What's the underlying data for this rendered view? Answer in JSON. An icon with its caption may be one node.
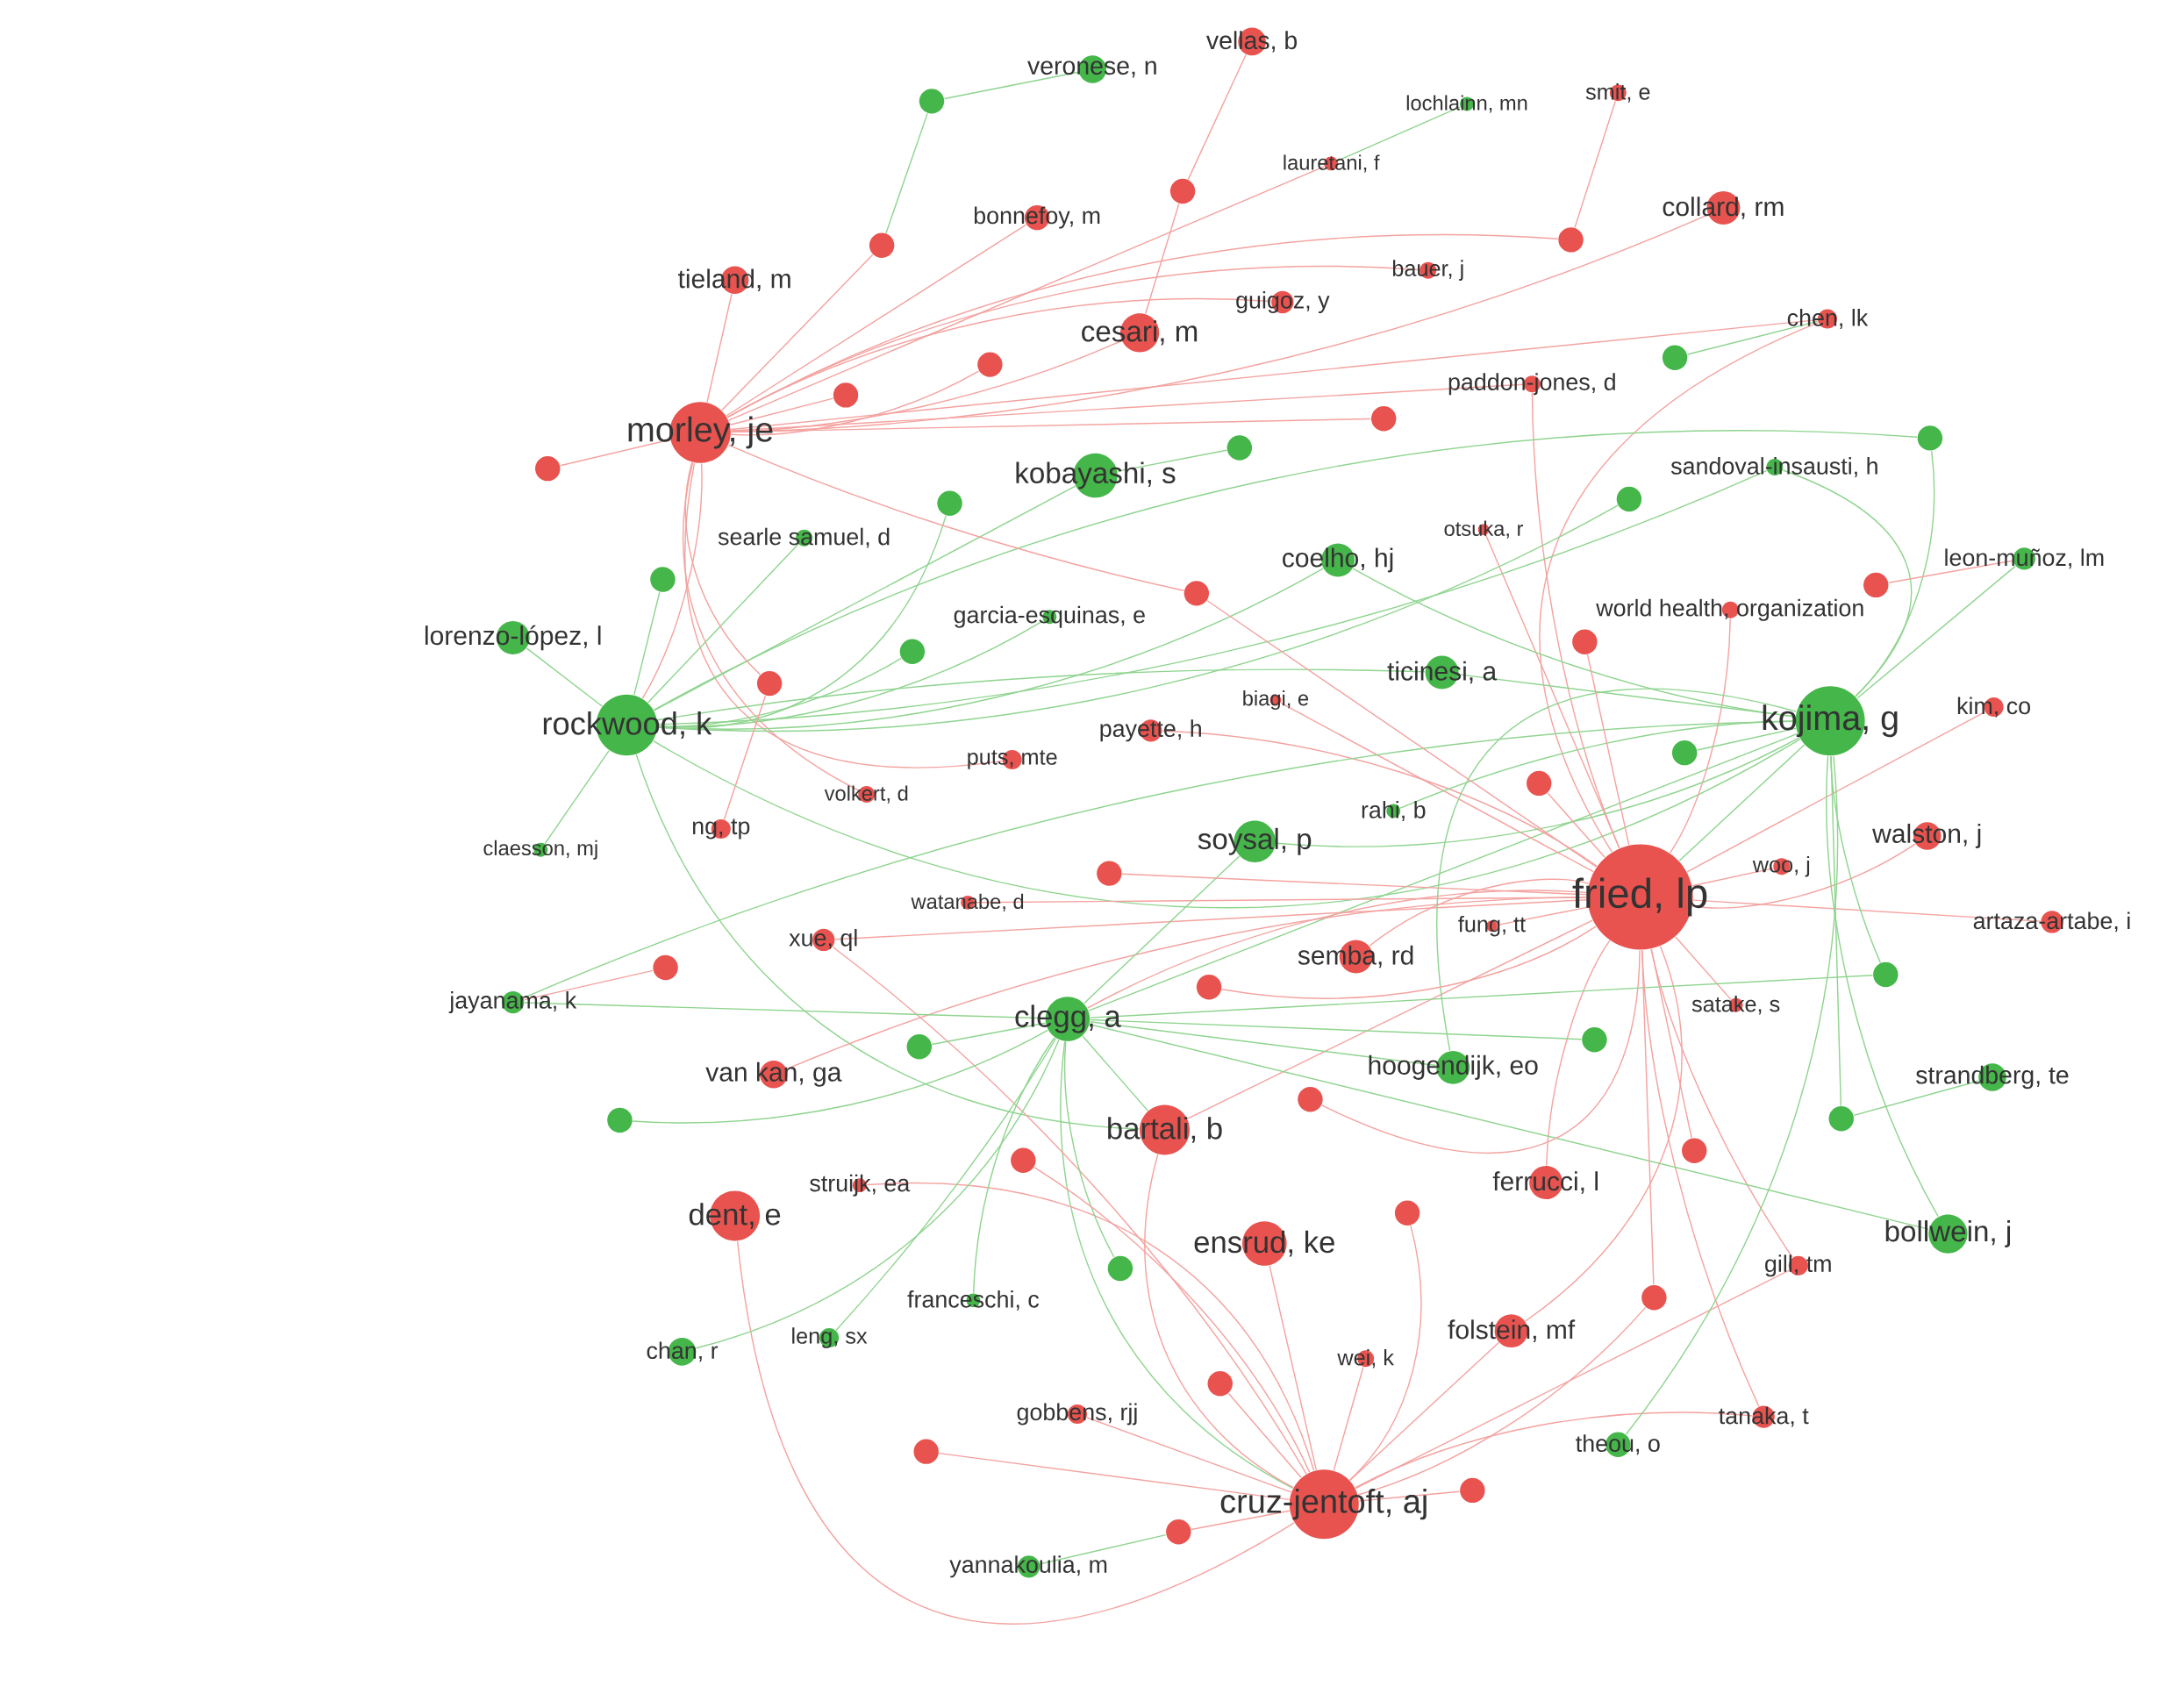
{
  "diagram": {
    "nodes": [
      {
        "text": [
          "vellas, b"
        ]
      },
      {
        "text": [
          "veronese, n"
        ]
      },
      {
        "text": [
          "lochlainn, mn"
        ]
      },
      {
        "text": [
          "smit, e"
        ]
      },
      {
        "text": [
          "lauretani, f"
        ]
      },
      {
        "text": [
          "bonnefoy, m"
        ]
      },
      {
        "text": [
          "collard, rm"
        ]
      },
      {
        "text": [
          "tieland, m"
        ]
      },
      {
        "text": [
          "bauer, j"
        ]
      },
      {
        "text": [
          "guigoz, y"
        ]
      },
      {
        "text": [
          "cesari, m"
        ]
      },
      {
        "text": [
          "chen, lk"
        ]
      },
      {
        "text": [
          "paddon-jones, d"
        ]
      },
      {
        "text": [
          "morley, je"
        ]
      },
      {
        "text": [
          "kobayashi, s"
        ]
      },
      {
        "text": [
          "sandoval-insausti, h"
        ]
      },
      {
        "text": [
          "searle samuel, d"
        ]
      },
      {
        "text": [
          "otsuka, r"
        ]
      },
      {
        "text": [
          "coelho, hj"
        ]
      },
      {
        "text": [
          "leon-muñoz, lm"
        ]
      },
      {
        "text": [
          "world health, organization"
        ]
      },
      {
        "text": [
          "garcia-esquinas, e"
        ]
      },
      {
        "text": [
          "lorenzo-lópez, l"
        ]
      },
      {
        "text": [
          "ticinesi, a"
        ]
      },
      {
        "text": [
          "biagi, e"
        ]
      },
      {
        "text": [
          "kojima, g"
        ]
      },
      {
        "text": [
          "kim, co"
        ]
      },
      {
        "text": [
          "rockwood, k"
        ]
      },
      {
        "text": [
          "payette, h"
        ]
      },
      {
        "text": [
          "puts, mte"
        ]
      },
      {
        "text": [
          "volkert, d"
        ]
      },
      {
        "text": [
          "rahi, b"
        ]
      },
      {
        "text": [
          "claesson, mj"
        ]
      },
      {
        "text": [
          "ng, tp"
        ]
      },
      {
        "text": [
          "soysal, p"
        ]
      },
      {
        "text": [
          "walston, j"
        ]
      },
      {
        "text": [
          "woo, j"
        ]
      },
      {
        "text": [
          "fried, lp"
        ]
      },
      {
        "text": [
          "watanabe, d"
        ]
      },
      {
        "text": [
          "fung, tt"
        ]
      },
      {
        "text": [
          "artaza-artabe, i"
        ]
      },
      {
        "text": [
          "xue, ql"
        ]
      },
      {
        "text": [
          "semba, rd"
        ]
      },
      {
        "text": [
          "jayanama, k"
        ]
      },
      {
        "text": [
          "satake, s"
        ]
      },
      {
        "text": [
          "clegg, a"
        ]
      },
      {
        "text": [
          "van kan, ga"
        ]
      },
      {
        "text": [
          "hoogendijk, eo"
        ]
      },
      {
        "text": [
          "strandberg, te"
        ]
      },
      {
        "text": [
          "bartali, b"
        ]
      },
      {
        "text": [
          "struijk, ea"
        ]
      },
      {
        "text": [
          "ferrucci, l"
        ]
      },
      {
        "text": [
          "dent, e"
        ]
      },
      {
        "text": [
          "bollwein, j"
        ]
      },
      {
        "text": [
          "ensrud, ke"
        ]
      },
      {
        "text": [
          "gill, tm"
        ]
      },
      {
        "text": [
          "franceschi, c"
        ]
      },
      {
        "text": [
          "leng, sx"
        ]
      },
      {
        "text": [
          "folstein, mf"
        ]
      },
      {
        "text": [
          "chan, r"
        ]
      },
      {
        "text": [
          "wei, k"
        ]
      },
      {
        "text": [
          "gobbens, rjj"
        ]
      },
      {
        "text": [
          "tanaka, t"
        ]
      },
      {
        "text": [
          "theou, o"
        ]
      },
      {
        "text": [
          "cruz-jentoft, aj"
        ]
      },
      {
        "text": [
          "yannakoulia, m"
        ]
      },
      {
        "text": [],
        "shape": "circle"
      },
      {
        "text": [],
        "shape": "circle"
      },
      {
        "text": [],
        "shape": "circle"
      },
      {
        "text": [],
        "shape": "circle"
      },
      {
        "text": [],
        "shape": "circle"
      },
      {
        "text": [],
        "shape": "circle"
      },
      {
        "text": [],
        "shape": "circle"
      },
      {
        "text": [],
        "shape": "circle"
      },
      {
        "text": [],
        "shape": "circle"
      },
      {
        "text": [],
        "shape": "circle"
      },
      {
        "text": [],
        "shape": "circle"
      },
      {
        "text": [],
        "shape": "circle"
      },
      {
        "text": [],
        "shape": "circle"
      },
      {
        "text": [],
        "shape": "circle"
      },
      {
        "text": [],
        "shape": "circle"
      },
      {
        "text": [],
        "shape": "circle"
      },
      {
        "text": [],
        "shape": "circle"
      },
      {
        "text": [],
        "shape": "circle"
      },
      {
        "text": [],
        "shape": "circle"
      },
      {
        "text": [],
        "shape": "circle"
      },
      {
        "text": [],
        "shape": "circle"
      },
      {
        "text": [],
        "shape": "circle"
      },
      {
        "text": [],
        "shape": "circle"
      },
      {
        "text": [],
        "shape": "circle"
      },
      {
        "text": [],
        "shape": "circle"
      },
      {
        "text": [],
        "shape": "circle"
      },
      {
        "text": [],
        "shape": "circle"
      },
      {
        "text": [],
        "shape": "circle"
      },
      {
        "text": [],
        "shape": "circle"
      },
      {
        "text": [],
        "shape": "circle"
      },
      {
        "text": [],
        "shape": "circle"
      },
      {
        "text": [],
        "shape": "circle"
      },
      {
        "text": [],
        "shape": "circle"
      },
      {
        "text": [],
        "shape": "circle"
      },
      {
        "text": [],
        "shape": "circle"
      },
      {
        "text": [],
        "shape": "circle"
      },
      {
        "text": [],
        "shape": "circle"
      },
      {
        "text": [],
        "shape": "circle"
      },
      {
        "text": [],
        "shape": "circle"
      }
    ],
    "edges": [
      {
        "from": 10,
        "to": 13,
        "arrow": "none"
      },
      {
        "from": 13,
        "to": 27,
        "arrow": "none"
      },
      {
        "from": 25,
        "to": 27,
        "arrow": "none",
        "color": "#8fd48f"
      },
      {
        "from": 25,
        "to": 37,
        "arrow": "none",
        "color": "#8fd48f"
      },
      {
        "from": 25,
        "to": 45,
        "arrow": "none",
        "color": "#8fd48f"
      },
      {
        "from": 27,
        "to": 49,
        "arrow": "none",
        "color": "#8fd48f"
      },
      {
        "from": 37,
        "to": 45,
        "arrow": "none"
      },
      {
        "from": 37,
        "to": 49,
        "arrow": "none"
      },
      {
        "from": 45,
        "to": 49,
        "arrow": "none",
        "color": "#8fd48f"
      },
      {
        "from": 45,
        "to": 64,
        "arrow": "none",
        "color": "#8fd48f"
      },
      {
        "from": 49,
        "to": 64,
        "arrow": "none"
      },
      {
        "from": 4,
        "to": 13,
        "arrow": "none"
      },
      {
        "from": 5,
        "to": 13,
        "arrow": "none"
      },
      {
        "from": 6,
        "to": 13,
        "arrow": "none"
      },
      {
        "from": 7,
        "to": 13,
        "arrow": "none"
      },
      {
        "from": 8,
        "to": 13,
        "arrow": "none"
      },
      {
        "from": 9,
        "to": 13,
        "arrow": "none"
      },
      {
        "from": 11,
        "to": 37,
        "arrow": "none"
      },
      {
        "from": 11,
        "to": 13,
        "arrow": "none"
      },
      {
        "from": 12,
        "to": 37,
        "arrow": "none"
      },
      {
        "from": 12,
        "to": 13,
        "arrow": "none"
      },
      {
        "from": 17,
        "to": 37,
        "arrow": "none"
      },
      {
        "from": 20,
        "to": 37,
        "arrow": "none"
      },
      {
        "from": 24,
        "to": 37,
        "arrow": "none"
      },
      {
        "from": 26,
        "to": 37,
        "arrow": "none"
      },
      {
        "from": 28,
        "to": 37,
        "arrow": "none"
      },
      {
        "from": 29,
        "to": 13,
        "arrow": "none"
      },
      {
        "from": 30,
        "to": 13,
        "arrow": "none"
      },
      {
        "from": 35,
        "to": 37,
        "arrow": "none"
      },
      {
        "from": 36,
        "to": 37,
        "arrow": "none"
      },
      {
        "from": 38,
        "to": 37,
        "arrow": "none"
      },
      {
        "from": 39,
        "to": 37,
        "arrow": "none"
      },
      {
        "from": 40,
        "to": 37,
        "arrow": "none"
      },
      {
        "from": 41,
        "to": 37,
        "arrow": "none"
      },
      {
        "from": 41,
        "to": 64,
        "arrow": "none"
      },
      {
        "from": 42,
        "to": 37,
        "arrow": "none"
      },
      {
        "from": 44,
        "to": 37,
        "arrow": "none"
      },
      {
        "from": 46,
        "to": 37,
        "arrow": "none"
      },
      {
        "from": 50,
        "to": 64,
        "arrow": "none"
      },
      {
        "from": 51,
        "to": 37,
        "arrow": "none"
      },
      {
        "from": 52,
        "to": 64,
        "arrow": "none"
      },
      {
        "from": 54,
        "to": 64,
        "arrow": "none"
      },
      {
        "from": 55,
        "to": 37,
        "arrow": "none"
      },
      {
        "from": 55,
        "to": 64,
        "arrow": "none"
      },
      {
        "from": 58,
        "to": 37,
        "arrow": "none"
      },
      {
        "from": 58,
        "to": 64,
        "arrow": "none"
      },
      {
        "from": 60,
        "to": 64,
        "arrow": "none"
      },
      {
        "from": 61,
        "to": 64,
        "arrow": "none"
      },
      {
        "from": 62,
        "to": 37,
        "arrow": "none"
      },
      {
        "from": 62,
        "to": 64,
        "arrow": "none"
      },
      {
        "from": 14,
        "to": 27,
        "arrow": "none",
        "color": "#8fd48f"
      },
      {
        "from": 15,
        "to": 25,
        "arrow": "none",
        "color": "#8fd48f"
      },
      {
        "from": 15,
        "to": 27,
        "arrow": "none",
        "color": "#8fd48f"
      },
      {
        "from": 16,
        "to": 27,
        "arrow": "none",
        "color": "#8fd48f"
      },
      {
        "from": 18,
        "to": 25,
        "arrow": "none",
        "color": "#8fd48f"
      },
      {
        "from": 18,
        "to": 27,
        "arrow": "none",
        "color": "#8fd48f"
      },
      {
        "from": 19,
        "to": 25,
        "arrow": "none",
        "color": "#8fd48f"
      },
      {
        "from": 21,
        "to": 27,
        "arrow": "none",
        "color": "#8fd48f"
      },
      {
        "from": 22,
        "to": 27,
        "arrow": "none",
        "color": "#8fd48f"
      },
      {
        "from": 23,
        "to": 25,
        "arrow": "none",
        "color": "#8fd48f"
      },
      {
        "from": 23,
        "to": 27,
        "arrow": "none",
        "color": "#8fd48f"
      },
      {
        "from": 31,
        "to": 25,
        "arrow": "none",
        "color": "#8fd48f"
      },
      {
        "from": 32,
        "to": 27,
        "arrow": "none",
        "color": "#8fd48f"
      },
      {
        "from": 34,
        "to": 25,
        "arrow": "none",
        "color": "#8fd48f"
      },
      {
        "from": 34,
        "to": 45,
        "arrow": "none",
        "color": "#8fd48f"
      },
      {
        "from": 43,
        "to": 25,
        "arrow": "none",
        "color": "#8fd48f"
      },
      {
        "from": 43,
        "to": 45,
        "arrow": "none",
        "color": "#8fd48f"
      },
      {
        "from": 47,
        "to": 25,
        "arrow": "none",
        "color": "#8fd48f"
      },
      {
        "from": 47,
        "to": 45,
        "arrow": "none",
        "color": "#8fd48f"
      },
      {
        "from": 53,
        "to": 25,
        "arrow": "none",
        "color": "#8fd48f"
      },
      {
        "from": 53,
        "to": 45,
        "arrow": "none",
        "color": "#8fd48f"
      },
      {
        "from": 56,
        "to": 45,
        "arrow": "none",
        "color": "#8fd48f"
      },
      {
        "from": 57,
        "to": 45,
        "arrow": "none",
        "color": "#8fd48f"
      },
      {
        "from": 59,
        "to": 45,
        "arrow": "none",
        "color": "#8fd48f"
      },
      {
        "from": 63,
        "to": 25,
        "arrow": "none",
        "color": "#8fd48f"
      },
      {
        "from": 69,
        "to": 25,
        "arrow": "none",
        "color": "#8fd48f"
      },
      {
        "from": 69,
        "to": 27,
        "arrow": "none",
        "color": "#8fd48f"
      },
      {
        "from": 70,
        "to": 27,
        "arrow": "none",
        "color": "#8fd48f"
      },
      {
        "from": 71,
        "to": 27,
        "arrow": "none",
        "color": "#8fd48f"
      },
      {
        "from": 72,
        "to": 27,
        "arrow": "none",
        "color": "#8fd48f"
      },
      {
        "from": 73,
        "to": 27,
        "arrow": "none",
        "color": "#8fd48f"
      },
      {
        "from": 74,
        "to": 25,
        "arrow": "none",
        "color": "#8fd48f"
      },
      {
        "from": 75,
        "to": 25,
        "arrow": "none",
        "color": "#8fd48f"
      },
      {
        "from": 75,
        "to": 45,
        "arrow": "none",
        "color": "#8fd48f"
      },
      {
        "from": 76,
        "to": 45,
        "arrow": "none",
        "color": "#8fd48f"
      },
      {
        "from": 77,
        "to": 45,
        "arrow": "none",
        "color": "#8fd48f"
      },
      {
        "from": 78,
        "to": 45,
        "arrow": "none",
        "color": "#8fd48f"
      },
      {
        "from": 79,
        "to": 25,
        "arrow": "none",
        "color": "#8fd48f"
      },
      {
        "from": 80,
        "to": 45,
        "arrow": "none",
        "color": "#8fd48f"
      },
      {
        "from": 82,
        "to": 13,
        "arrow": "none"
      },
      {
        "from": 83,
        "to": 13,
        "arrow": "none"
      },
      {
        "from": 84,
        "to": 13,
        "arrow": "none"
      },
      {
        "from": 85,
        "to": 13,
        "arrow": "none"
      },
      {
        "from": 86,
        "to": 13,
        "arrow": "none"
      },
      {
        "from": 87,
        "to": 13,
        "arrow": "none"
      },
      {
        "from": 89,
        "to": 37,
        "arrow": "none"
      },
      {
        "from": 89,
        "to": 13,
        "arrow": "none"
      },
      {
        "from": 90,
        "to": 37,
        "arrow": "none"
      },
      {
        "from": 91,
        "to": 13,
        "arrow": "none"
      },
      {
        "from": 92,
        "to": 37,
        "arrow": "none"
      },
      {
        "from": 93,
        "to": 37,
        "arrow": "none"
      },
      {
        "from": 95,
        "to": 37,
        "arrow": "none"
      },
      {
        "from": 96,
        "to": 37,
        "arrow": "none"
      },
      {
        "from": 97,
        "to": 64,
        "arrow": "none"
      },
      {
        "from": 98,
        "to": 37,
        "arrow": "none"
      },
      {
        "from": 99,
        "to": 64,
        "arrow": "none"
      },
      {
        "from": 100,
        "to": 37,
        "arrow": "none"
      },
      {
        "from": 100,
        "to": 64,
        "arrow": "none"
      },
      {
        "from": 101,
        "to": 64,
        "arrow": "none"
      },
      {
        "from": 102,
        "to": 64,
        "arrow": "none"
      },
      {
        "from": 103,
        "to": 64,
        "arrow": "none"
      },
      {
        "from": 104,
        "to": 64,
        "arrow": "none"
      },
      {
        "from": 0,
        "to": 81,
        "arrow": "none"
      },
      {
        "from": 81,
        "to": 10,
        "arrow": "none"
      },
      {
        "from": 1,
        "to": 66,
        "arrow": "none",
        "color": "#8fd48f"
      },
      {
        "from": 66,
        "to": 82,
        "arrow": "none",
        "color": "#8fd48f"
      },
      {
        "from": 2,
        "to": 4,
        "arrow": "none",
        "color": "#8fd48f"
      },
      {
        "from": 3,
        "to": 83,
        "arrow": "none"
      },
      {
        "from": 48,
        "to": 79,
        "arrow": "none",
        "color": "#8fd48f"
      },
      {
        "from": 65,
        "to": 104,
        "arrow": "none",
        "color": "#8fd48f"
      },
      {
        "from": 67,
        "to": 11,
        "arrow": "none",
        "color": "#8fd48f"
      },
      {
        "from": 68,
        "to": 14,
        "arrow": "none",
        "color": "#8fd48f"
      },
      {
        "from": 88,
        "to": 19,
        "arrow": "none"
      },
      {
        "from": 33,
        "to": 91,
        "arrow": "none"
      },
      {
        "from": 94,
        "to": 43,
        "arrow": "none"
      }
    ]
  }
}
